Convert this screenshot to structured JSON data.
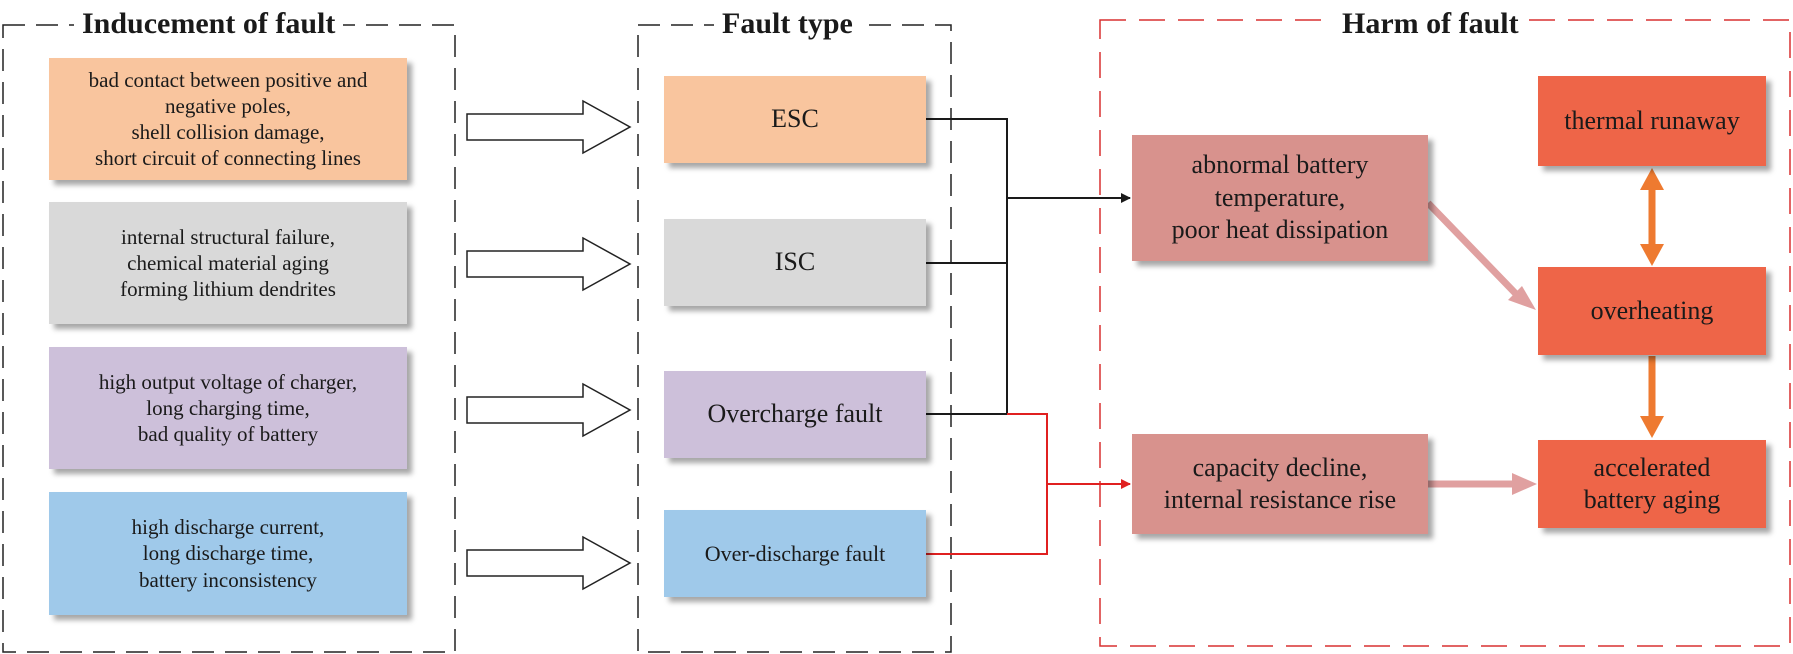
{
  "sections": {
    "inducement_title": "Inducement of fault",
    "fault_type_title": "Fault type",
    "harm_title": "Harm of fault"
  },
  "causes": [
    {
      "text": "bad contact between positive and\nnegative poles,\nshell collision damage,\nshort circuit of connecting lines",
      "color": "#F9C59E"
    },
    {
      "text": "internal structural failure,\nchemical material aging\nforming lithium dendrites",
      "color": "#D9D9D9"
    },
    {
      "text": "high output voltage of charger,\nlong charging time,\nbad quality of battery",
      "color": "#CDC0DA"
    },
    {
      "text": "high discharge current,\nlong discharge time,\nbattery inconsistency",
      "color": "#9FC9EA"
    }
  ],
  "fault_types": [
    {
      "text": "ESC",
      "color": "#F9C59E"
    },
    {
      "text": "ISC",
      "color": "#D9D9D9"
    },
    {
      "text": "Overcharge fault",
      "color": "#CDC0DA"
    },
    {
      "text": "Over-discharge fault",
      "color": "#9FC9EA"
    }
  ],
  "harms": [
    {
      "text": "abnormal battery\ntemperature,\npoor heat dissipation",
      "color": "#D8928D"
    },
    {
      "text": "capacity decline,\ninternal resistance rise",
      "color": "#D8928D"
    }
  ],
  "results": [
    {
      "text": "thermal runaway",
      "color": "#EE6548"
    },
    {
      "text": "overheating",
      "color": "#EE6548"
    },
    {
      "text": "accelerated\nbattery aging",
      "color": "#EE6548"
    }
  ],
  "colors": {
    "black_connector": "#1a1a1a",
    "red_connector": "#E02020",
    "harm_frame": "#D83030",
    "pink_arrow": "#E0A0A0",
    "orange_arrow": "#EE7A30"
  }
}
